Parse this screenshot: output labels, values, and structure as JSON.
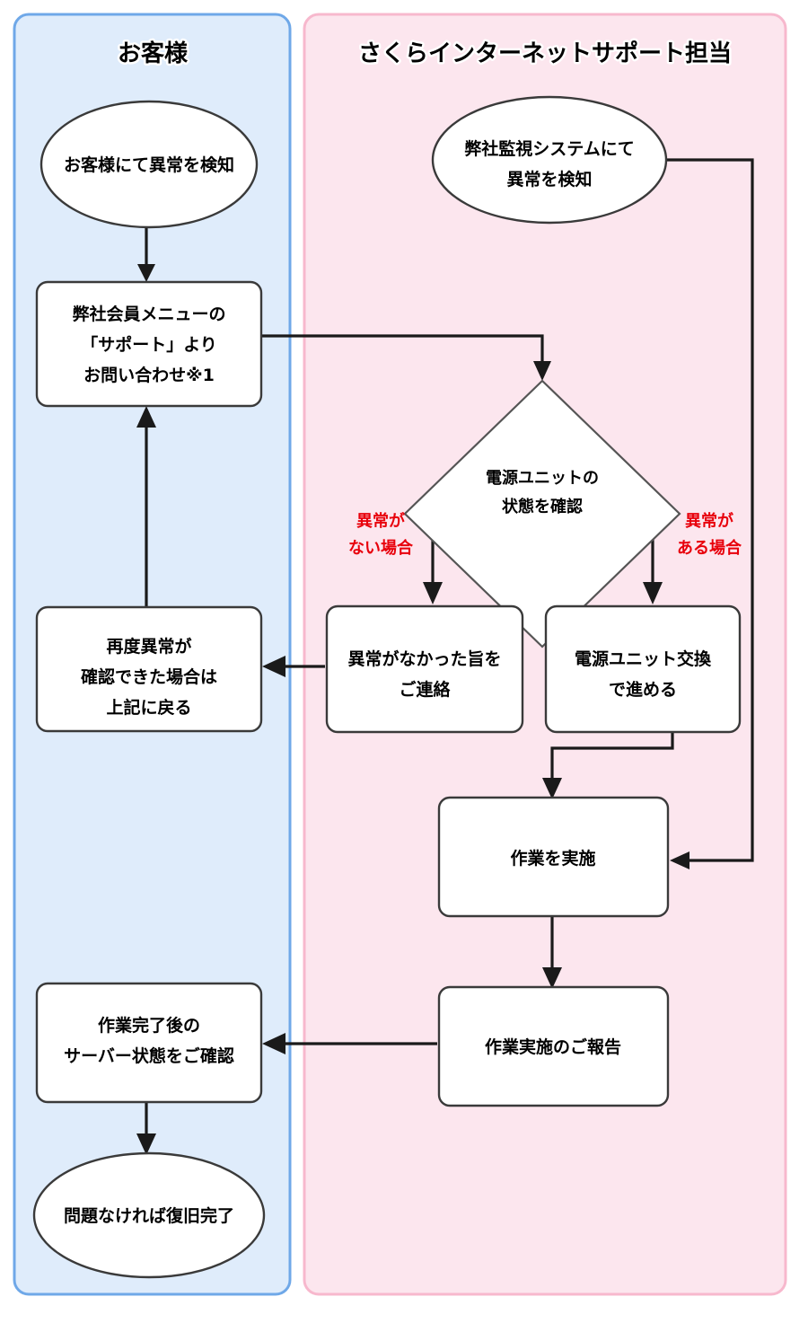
{
  "diagram": {
    "title_left": "お客様",
    "title_right": "さくらインターネットサポート担当",
    "lanes": [
      {
        "id": "customer",
        "label": "お客様",
        "color": "#dfecfb",
        "border": "#6fa8e8"
      },
      {
        "id": "support",
        "label": "さくらインターネットサポート担当",
        "color": "#fce6ee",
        "border": "#f7b8cd"
      }
    ],
    "nodes": {
      "customer_detect": {
        "shape": "ellipse",
        "lines": [
          "お客様にて異常を検知"
        ]
      },
      "monitor_detect": {
        "shape": "ellipse",
        "lines": [
          "弊社監視システムにて",
          "異常を検知"
        ]
      },
      "member_menu": {
        "shape": "process",
        "lines": [
          "弊社会員メニューの",
          "「サポート」より",
          "お問い合わせ※1"
        ]
      },
      "check_psu": {
        "shape": "decision",
        "lines": [
          "電源ユニットの",
          "状態を確認"
        ]
      },
      "recheck_back": {
        "shape": "process",
        "lines": [
          "再度異常が",
          "確認できた場合は",
          "上記に戻る"
        ]
      },
      "no_issue_report": {
        "shape": "process",
        "lines": [
          "異常がなかった旨を",
          "ご連絡"
        ]
      },
      "psu_replace": {
        "shape": "process",
        "lines": [
          "電源ユニット交換",
          "で進める"
        ]
      },
      "do_work": {
        "shape": "process",
        "lines": [
          "作業を実施"
        ]
      },
      "work_report": {
        "shape": "process",
        "lines": [
          "作業実施のご報告"
        ]
      },
      "confirm_server": {
        "shape": "process",
        "lines": [
          "作業完了後の",
          "サーバー状態をご確認"
        ]
      },
      "done": {
        "shape": "ellipse",
        "lines": [
          "問題なければ復旧完了"
        ]
      }
    },
    "edge_labels": {
      "no_anomaly": [
        "異常が",
        "ない場合"
      ],
      "has_anomaly": [
        "異常が",
        "ある場合"
      ]
    },
    "colors": {
      "label_red": "#e8000b",
      "shape_stroke": "#3a3a3a",
      "connector": "#1a1a1a",
      "lane_blue_fill": "#dfecfb",
      "lane_blue_border": "#6fa8e8",
      "lane_pink_fill": "#fce6ee",
      "lane_pink_border": "#f7b8cd"
    }
  }
}
